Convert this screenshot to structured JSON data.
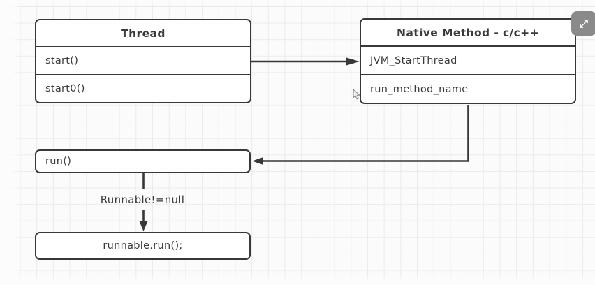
{
  "diagram": {
    "thread": {
      "title": "Thread",
      "rows": [
        "start()",
        "start0()"
      ]
    },
    "native_method": {
      "title": "Native Method - c/c++",
      "rows": [
        "JVM_StartThread",
        "run_method_name"
      ]
    },
    "run_box": {
      "label": "run()"
    },
    "runnable_box": {
      "label": "runnable.run();"
    },
    "edges": [
      {
        "from": "Thread:start()",
        "to": "Native Method:JVM_StartThread",
        "label": ""
      },
      {
        "from": "Native Method:run_method_name",
        "to": "run()",
        "label": ""
      },
      {
        "from": "run()",
        "to": "runnable.run();",
        "label": "Runnable!=null"
      }
    ]
  },
  "controls": {
    "expand_icon": "expand-fullscreen"
  },
  "colors": {
    "stroke": "#383838",
    "node_fill": "#ffffff",
    "grid_line": "#ebebeb",
    "canvas_bg": "#fbfbfb",
    "icon_bg": "#8a8a8a",
    "text": "#3a3a3a"
  }
}
